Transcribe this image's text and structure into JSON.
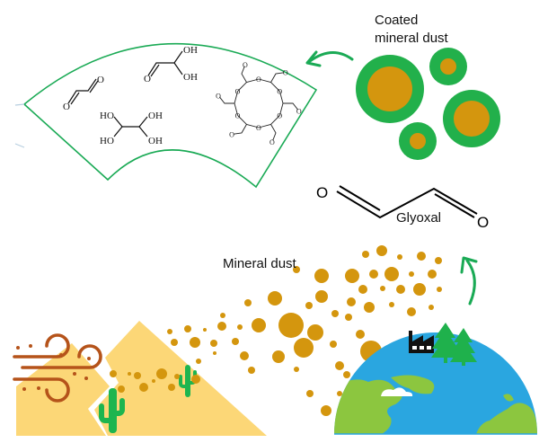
{
  "labels": {
    "coated_line1": "Coated",
    "coated_line2": "mineral dust",
    "glyoxal": "Glyoxal",
    "mineral_dust": "Mineral dust"
  },
  "molecules": {
    "glyoxal_small": {
      "o1": "O",
      "o2": "O"
    },
    "monohydrate": {
      "o": "O",
      "oh1": "OH",
      "oh2": "OH"
    },
    "dihydrate": {
      "ho1": "HO",
      "ho2": "HO",
      "oh1": "OH",
      "oh2": "OH"
    },
    "trimer": {
      "ring_o": "O",
      "ald_o": "O"
    },
    "glyoxal_large": {
      "o1": "O",
      "o2": "O"
    }
  },
  "colors": {
    "green": "#1aaa55",
    "coating_green": "#22b04b",
    "dust_core": "#d4960e",
    "sand": "#fcd777",
    "wind": "#b5531a",
    "cactus": "#1db54f",
    "ocean": "#2aa6e0",
    "land": "#8cc63f",
    "factory": "#111111",
    "trees": "#1fb14c"
  }
}
